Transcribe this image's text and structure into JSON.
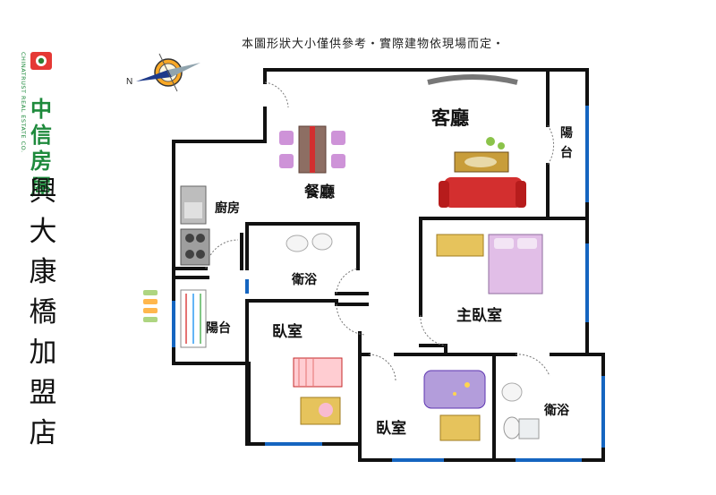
{
  "note": "本圖形狀大小僅供參考・實際建物依現場而定・",
  "brand": {
    "name": "中信房屋",
    "english": "CHINATRUST REAL ESTATE CO.",
    "store_name": "興大康橋加盟店",
    "brand_color": "#1e8a3c",
    "logo_color": "#e53935"
  },
  "rooms": {
    "living_room": "客廳",
    "dining_room": "餐廳",
    "kitchen": "廚房",
    "balcony_right": "陽台",
    "balcony_left": "陽台",
    "bathroom_1": "衛浴",
    "bathroom_2": "衛浴",
    "master_bedroom": "主臥室",
    "bedroom_1": "臥室",
    "bedroom_2": "臥室"
  },
  "compass": {
    "label": "N"
  },
  "colors": {
    "wall": "#111111",
    "window": "#1565c0",
    "sofa": "#d32f2f"
  }
}
